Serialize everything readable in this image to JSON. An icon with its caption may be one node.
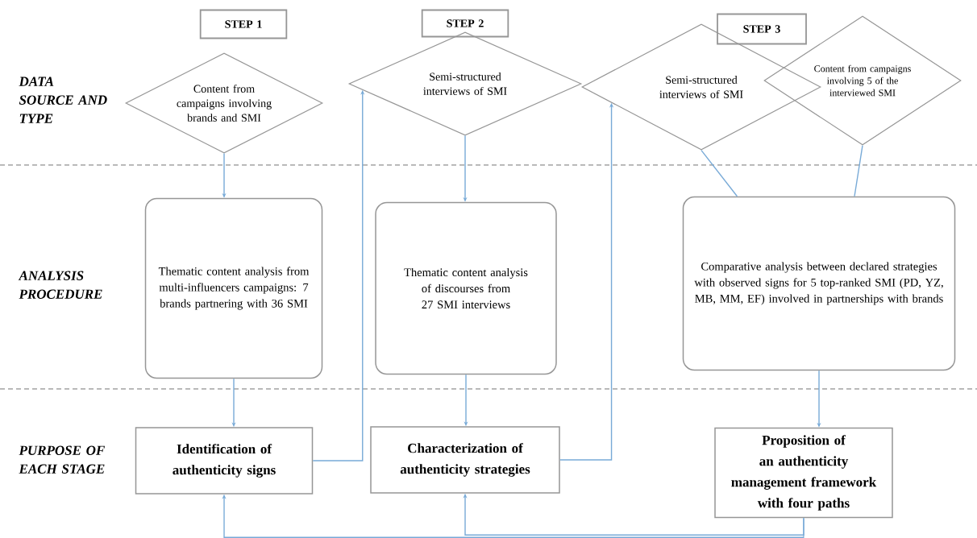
{
  "diagram": {
    "nodes": [
      {
        "text": [
          "STEP 1"
        ]
      },
      {
        "text": [
          "STEP 2"
        ]
      },
      {
        "text": [
          "STEP 3"
        ]
      },
      {
        "text": [
          "Content from campaigns involving brands and SMI"
        ]
      },
      {
        "text": [
          "Semi-structured interviews of SMI"
        ]
      },
      {
        "text": [
          "Semi-structured interviews of SMI"
        ]
      },
      {
        "text": [
          "Content from campaigns involving 5 of the interviewed SMI"
        ]
      },
      {
        "text": [
          "Thematic content analysis from multi-influencers campaigns: 7 brands partnering with 36 SMI"
        ]
      },
      {
        "text": [
          "Thematic content analysis of discourses from 27 SMI interviews"
        ]
      },
      {
        "text": [
          "Comparative analysis between declared strategies with observed signs for 5 top-ranked SMI (PD, YZ, MB, MM, EF) involved in partnerships with brands"
        ]
      },
      {
        "text": [
          "Identification of authenticity signs"
        ]
      },
      {
        "text": [
          "Characterization of authenticity strategies"
        ]
      },
      {
        "text": [
          "Proposition of an authenticity management framework with four paths"
        ]
      }
    ],
    "edges": [
      {
        "from": 3,
        "to": 7,
        "arrow": "to"
      },
      {
        "from": 7,
        "to": 10,
        "arrow": "to"
      },
      {
        "from": 10,
        "to": 4,
        "arrow": "to"
      },
      {
        "from": 4,
        "to": 8,
        "arrow": "to"
      },
      {
        "from": 8,
        "to": 11,
        "arrow": "to"
      },
      {
        "from": 11,
        "to": 5,
        "arrow": "to"
      },
      {
        "from": 5,
        "to": 9,
        "arrow": "none"
      },
      {
        "from": 6,
        "to": 9,
        "arrow": "none"
      },
      {
        "from": 9,
        "to": 12,
        "arrow": "to"
      },
      {
        "from": 12,
        "to": 10,
        "arrow": "to"
      },
      {
        "from": 12,
        "to": 11,
        "arrow": "to"
      }
    ],
    "labels": [
      "DATA SOURCE AND TYPE",
      "ANALYSIS PROCEDURE",
      "PURPOSE OF EACH STAGE"
    ]
  }
}
